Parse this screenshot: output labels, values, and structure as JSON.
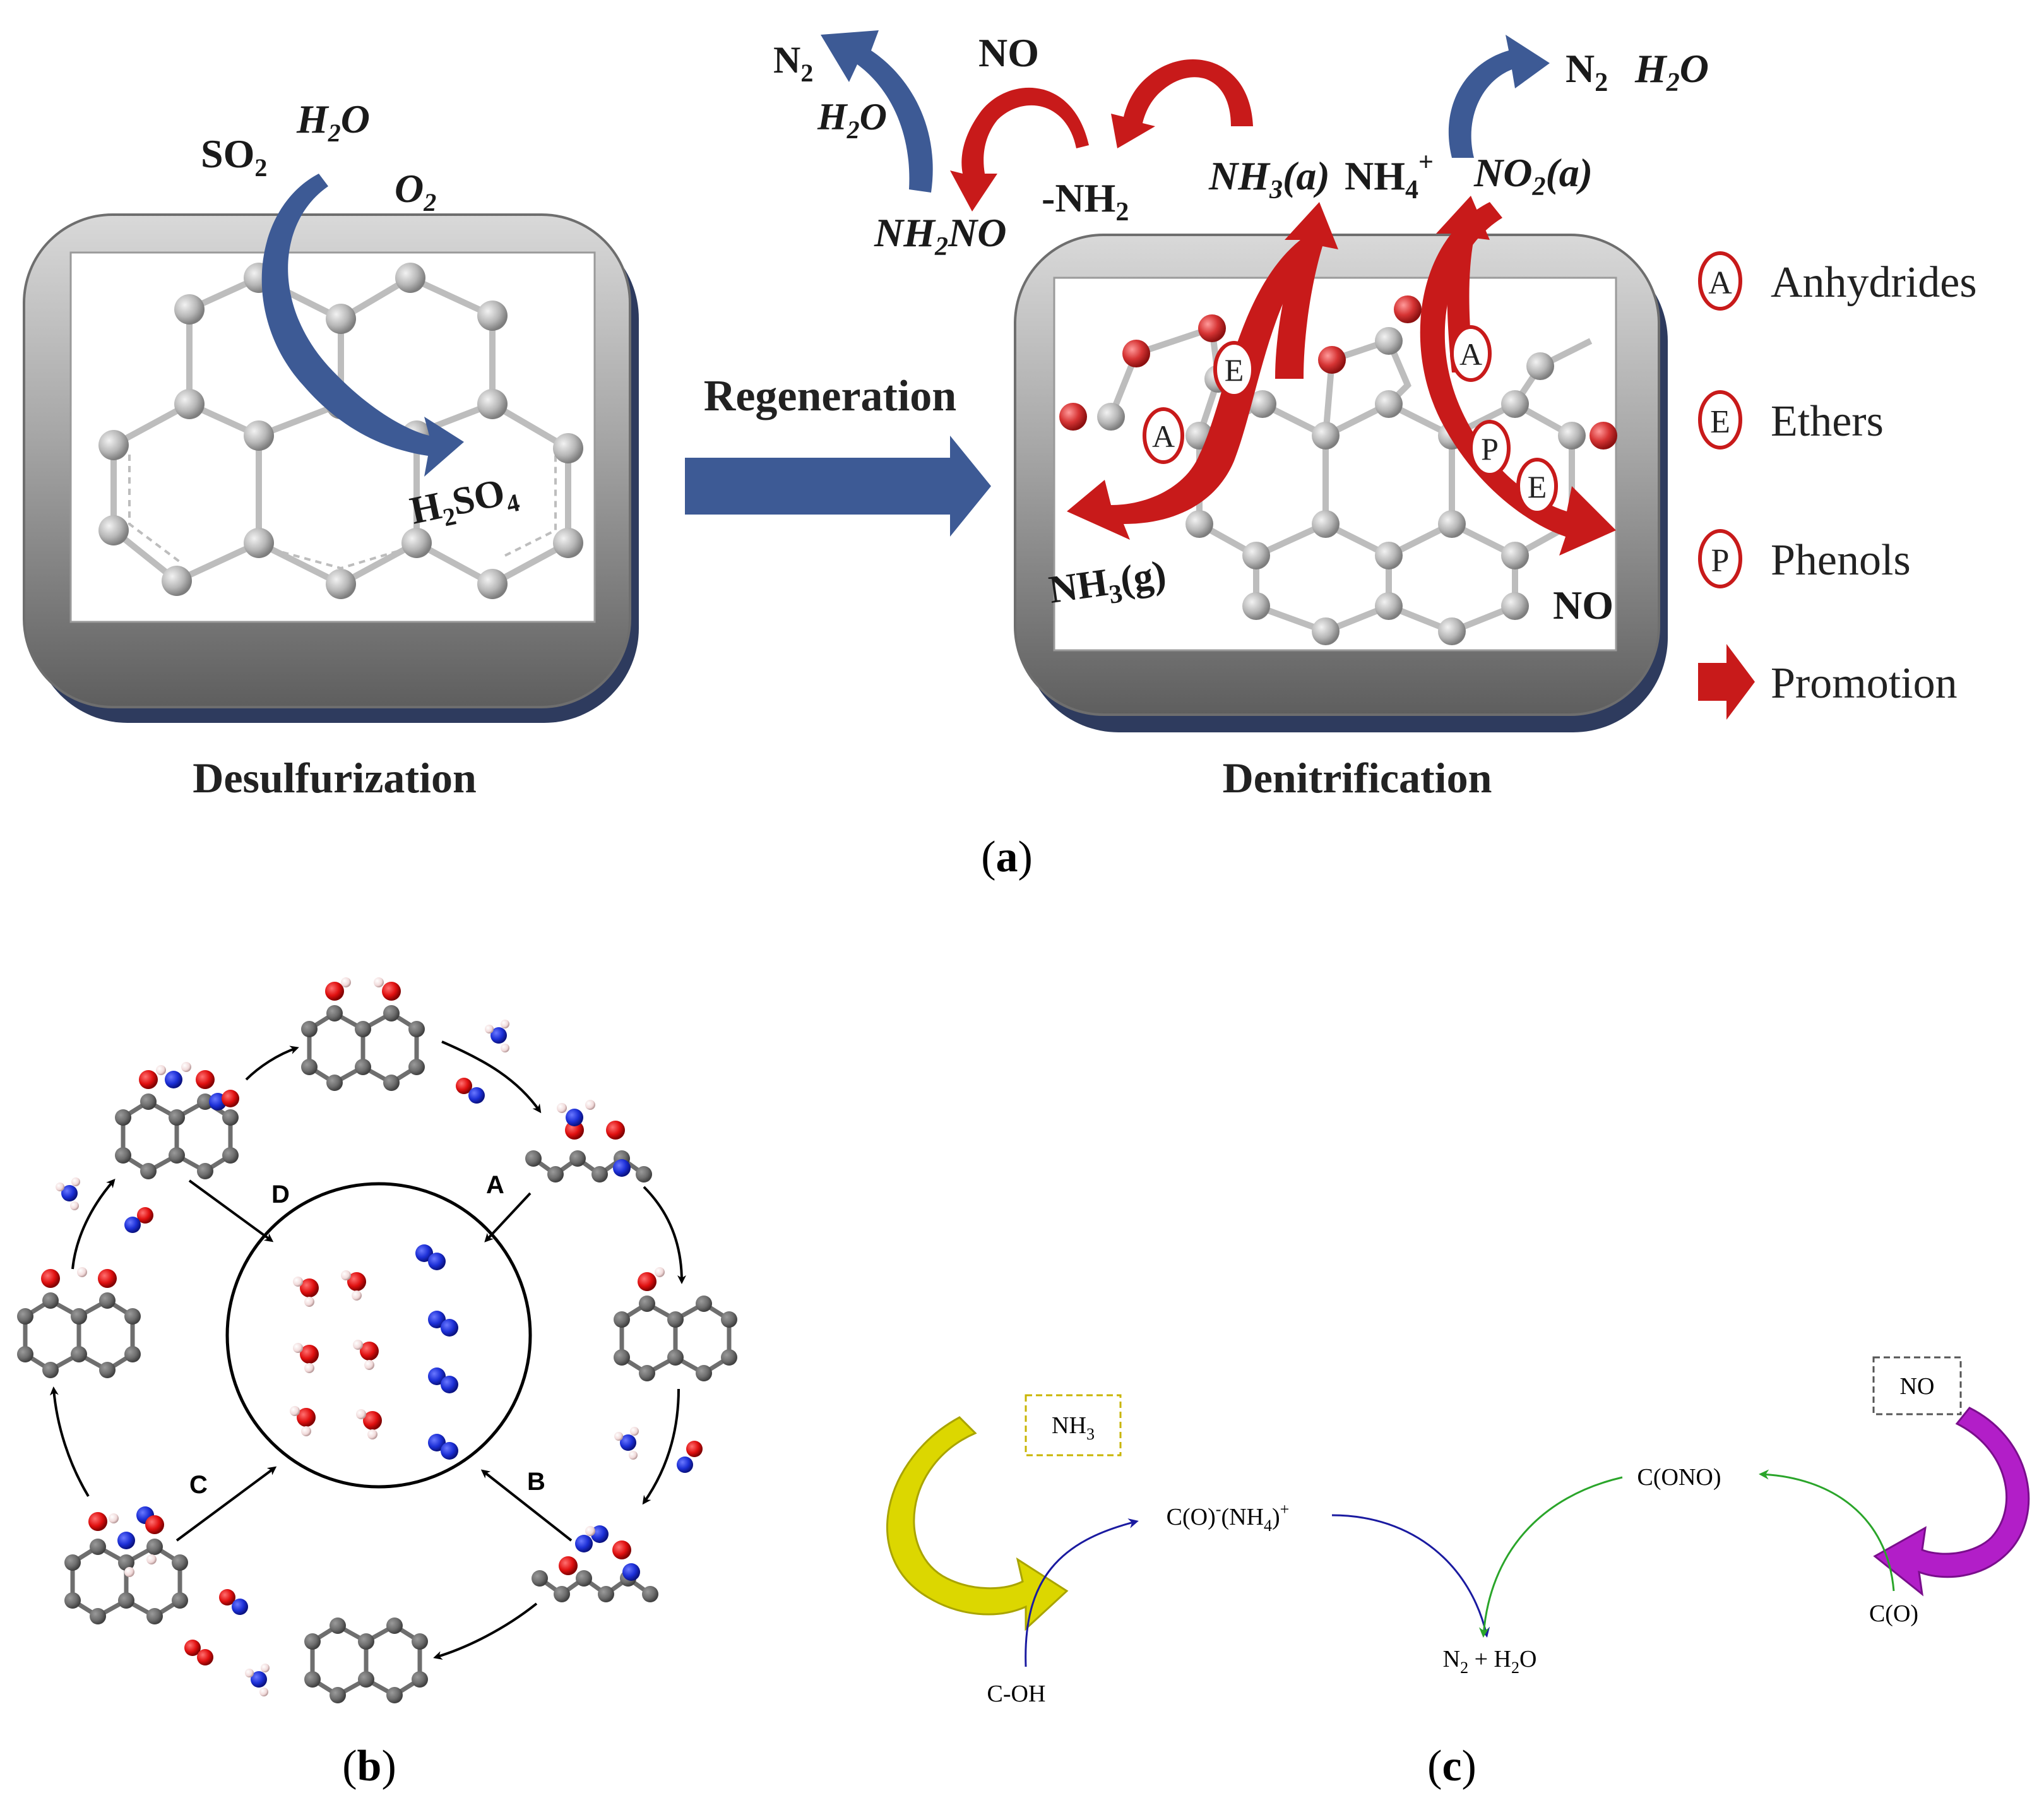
{
  "panel_a": {
    "left": {
      "so2": "SO",
      "so2_sub": "2",
      "h2o_h": "H",
      "h2o_sub": "2",
      "h2o_o": "O",
      "o2": "O",
      "o2_sub": "2",
      "h2so4_h": "H",
      "h2so4_sub1": "2",
      "h2so4_so": "SO",
      "h2so4_sub2": "4",
      "caption": "Desulfurization"
    },
    "arrow_label": "Regeneration",
    "right": {
      "n2_left": "N",
      "n2_left_sub": "2",
      "h2o_left": "H",
      "h2o_left_sub": "2",
      "h2o_left_o": "O",
      "no_top": "NO",
      "nh2no_nh": "NH",
      "nh2no_sub": "2",
      "nh2no_no": "NO",
      "nh2": "-NH",
      "nh2_sub": "2",
      "nh3a": "NH",
      "nh3a_sub": "3",
      "nh3a_tail": "(a)",
      "nh4": "NH",
      "nh4_sub": "4",
      "nh4_sup": "+",
      "no2a": "NO",
      "no2a_sub": "2",
      "no2a_tail": "(a)",
      "n2_right": "N",
      "n2_right_sub": "2",
      "h2o_right": "H",
      "h2o_right_sub": "2",
      "h2o_right_o": "O",
      "nh3g": "NH",
      "nh3g_sub": "3",
      "nh3g_tail": "(g)",
      "no_bottom": "NO",
      "marker_a": "A",
      "marker_e": "E",
      "marker_p": "P",
      "caption": "Denitrification"
    },
    "legend": {
      "items": [
        {
          "marker": "A",
          "label": "Anhydrides"
        },
        {
          "marker": "E",
          "label": "Ethers"
        },
        {
          "marker": "P",
          "label": "Phenols"
        },
        {
          "marker": "arrow",
          "label": "Promotion"
        }
      ]
    },
    "panel_label_open": "(",
    "panel_label": "a",
    "panel_label_close": ")"
  },
  "panel_b": {
    "steps": [
      "A",
      "B",
      "C",
      "D"
    ],
    "panel_label_open": "(",
    "panel_label": "b",
    "panel_label_close": ")"
  },
  "panel_c": {
    "nh3": "NH",
    "nh3_sub": "3",
    "no": "NO",
    "c_o_nh4_a": "C(O)",
    "c_o_nh4_sup1": "-",
    "c_o_nh4_b": "(NH",
    "c_o_nh4_sub": "4",
    "c_o_nh4_c": ")",
    "c_o_nh4_sup2": "+",
    "c_ono": "C(ONO)",
    "c_oh": "C-OH",
    "c_o": "C(O)",
    "n2": "N",
    "n2_sub": "2",
    "plus_h": " + H",
    "h2o_sub": "2",
    "h2o_o": "O",
    "panel_label_open": "(",
    "panel_label": "c",
    "panel_label_close": ")"
  },
  "colors": {
    "blue_arrow": "#3d5a95",
    "red_arrow": "#c81a1a",
    "panel_frame": "#9b9b9b",
    "atom_grey": "#b4b4b4",
    "atom_red": "#d23030",
    "atom_blue": "#1c2fd6",
    "yellow_arrow": "#dcd700",
    "purple_arrow": "#b21ec8",
    "green_line": "#2aa52a",
    "navy_line": "#1a1aa0"
  }
}
